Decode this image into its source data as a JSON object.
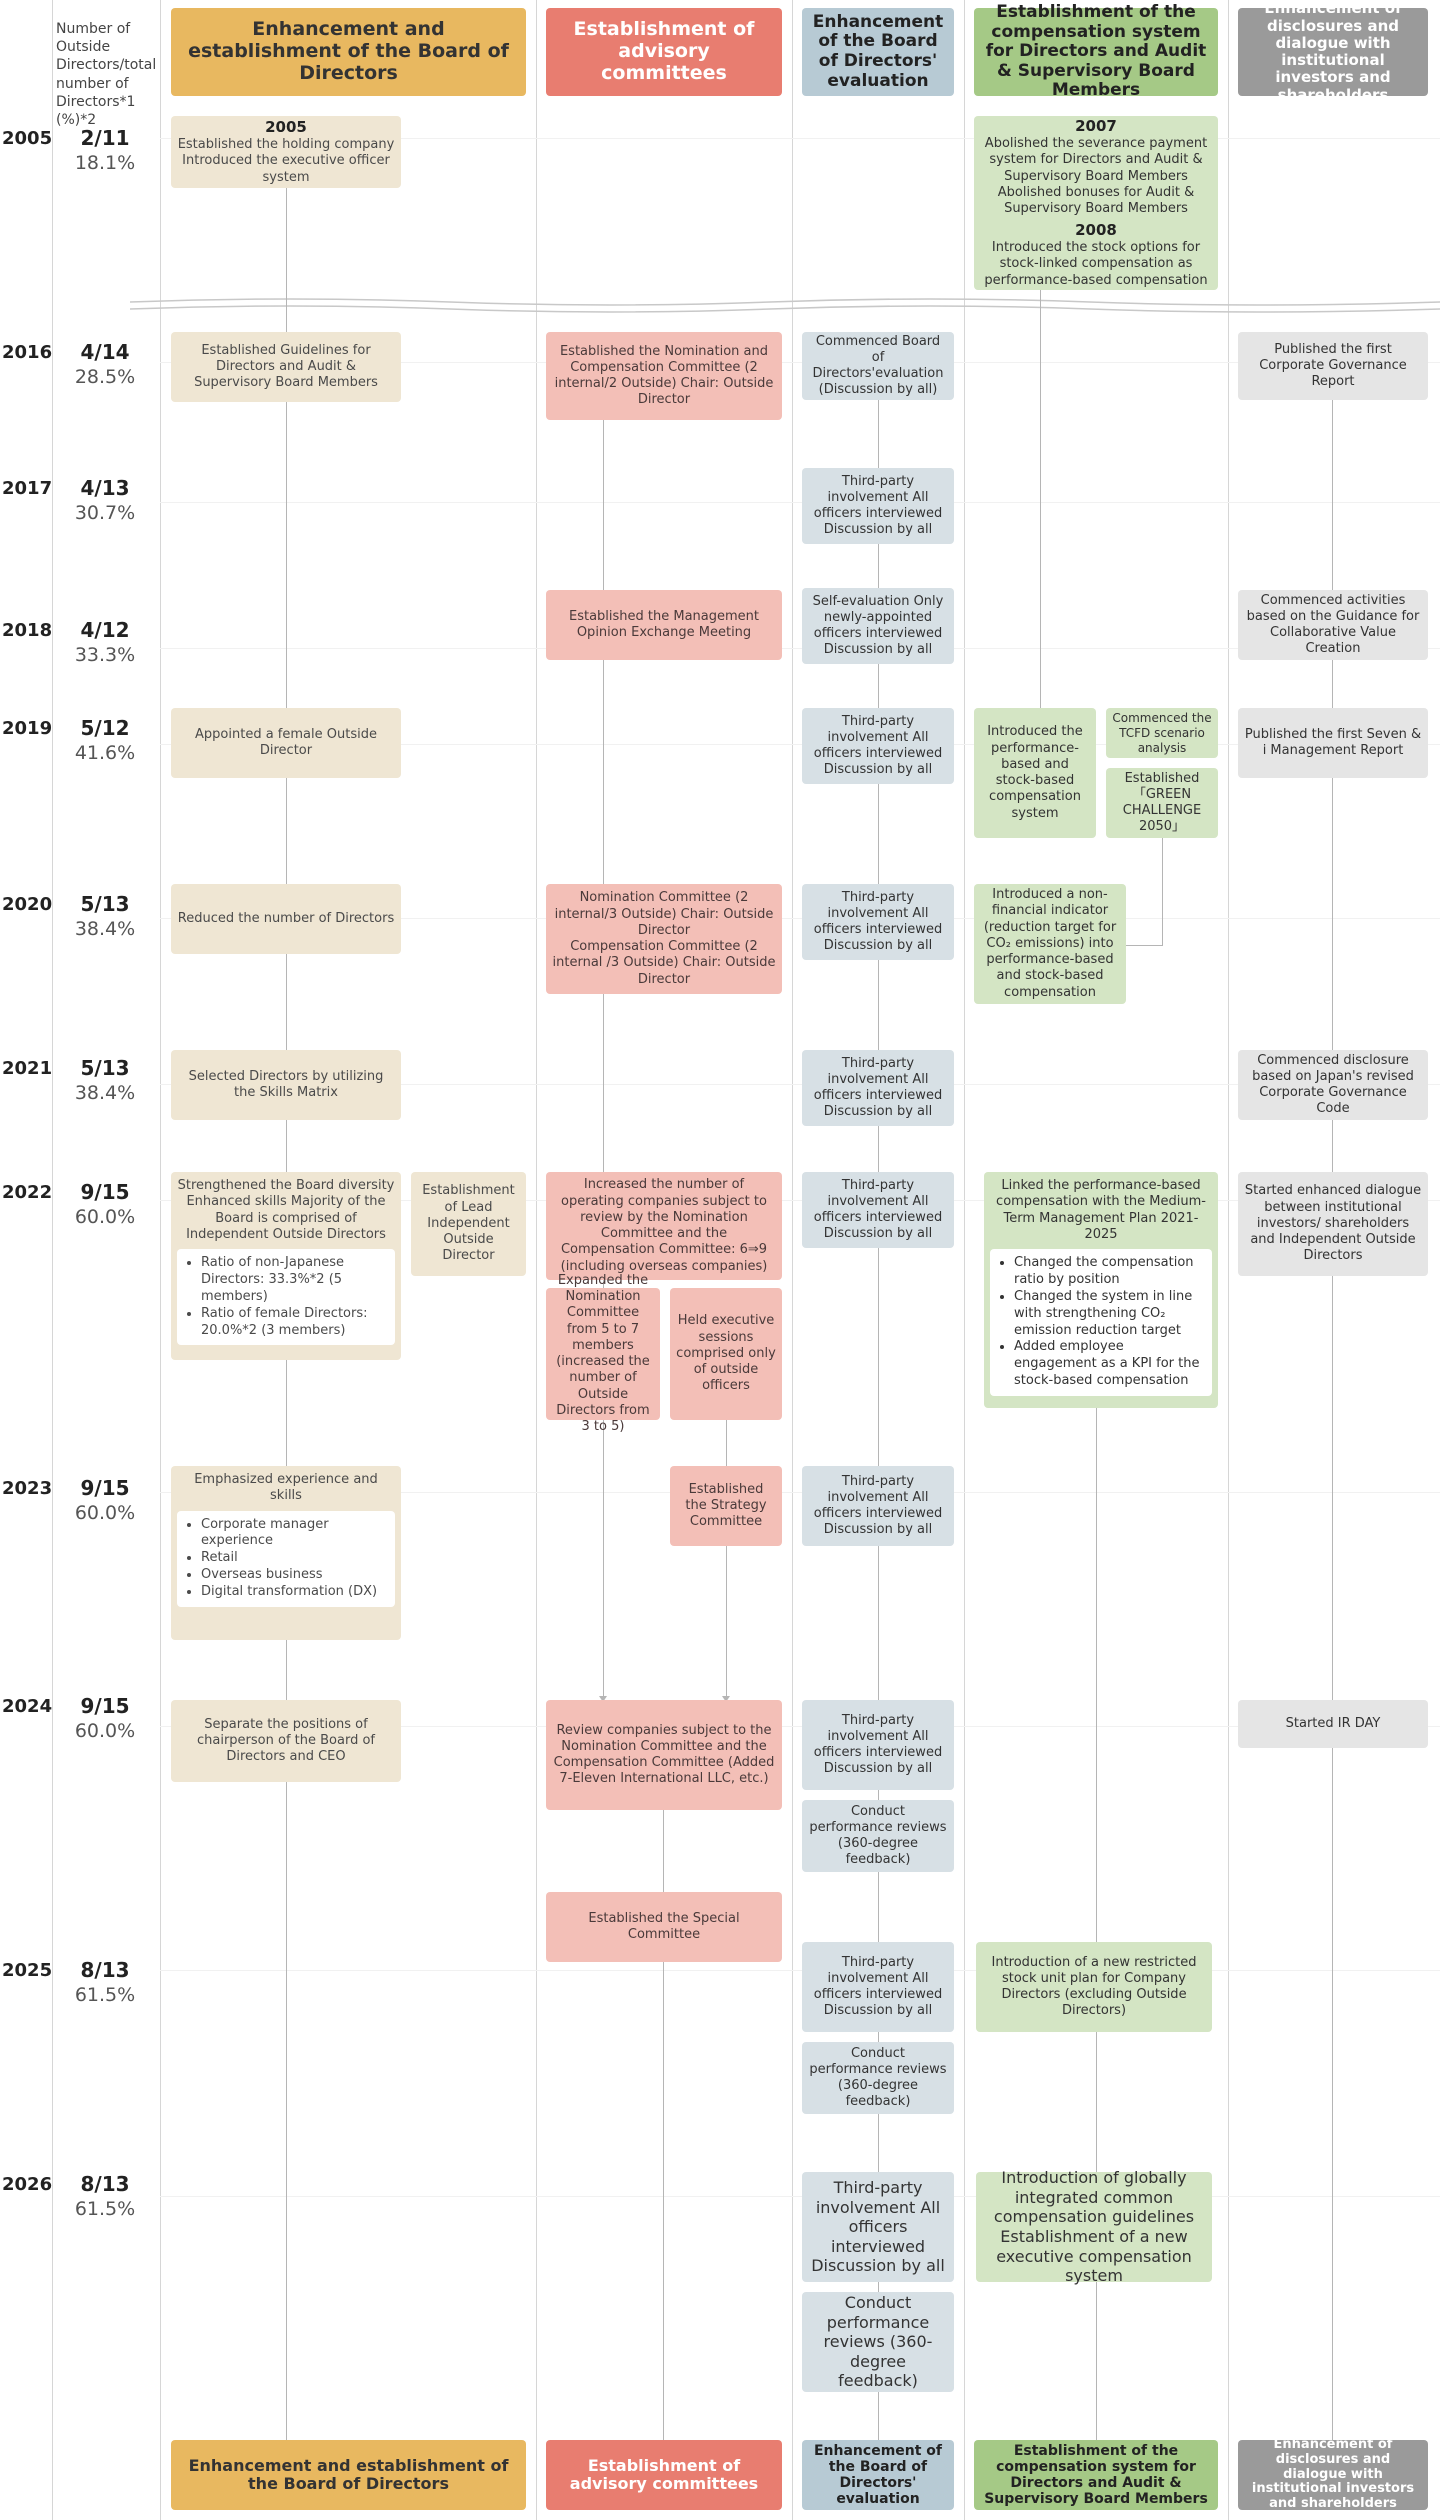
{
  "col_label": "Number of Outside Directors/total number of Directors*1 (%)*2",
  "headers": {
    "board": "Enhancement and establishment of the Board of Directors",
    "advisory": "Establishment of advisory committees",
    "evaluation": "Enhancement of the Board of Directors' evaluation",
    "compensation": "Establishment of the compensation system for Directors and Audit & Supervisory Board Members",
    "disclosure": "Enhancement of disclosures and dialogue with institutional investors and shareholders"
  },
  "years": [
    {
      "year": "2005",
      "date": "2/11",
      "pct": "18.1%"
    },
    {
      "year": "2016",
      "date": "4/14",
      "pct": "28.5%"
    },
    {
      "year": "2017",
      "date": "4/13",
      "pct": "30.7%"
    },
    {
      "year": "2018",
      "date": "4/12",
      "pct": "33.3%"
    },
    {
      "year": "2019",
      "date": "5/12",
      "pct": "41.6%"
    },
    {
      "year": "2020",
      "date": "5/13",
      "pct": "38.4%"
    },
    {
      "year": "2021",
      "date": "5/13",
      "pct": "38.4%"
    },
    {
      "year": "2022",
      "date": "9/15",
      "pct": "60.0%"
    },
    {
      "year": "2023",
      "date": "9/15",
      "pct": "60.0%"
    },
    {
      "year": "2024",
      "date": "9/15",
      "pct": "60.0%"
    },
    {
      "year": "2025",
      "date": "8/13",
      "pct": "61.5%"
    },
    {
      "year": "2026",
      "date": "8/13",
      "pct": "61.5%"
    }
  ],
  "board": {
    "y2005_year": "2005",
    "y2005_text": "Established the holding company Introduced the executive officer system",
    "y2016": "Established Guidelines for Directors and Audit & Supervisory Board Members",
    "y2019": "Appointed a female Outside Director",
    "y2020": "Reduced the number of Directors",
    "y2021": "Selected Directors by utilizing the Skills Matrix",
    "y2022_title": "Strengthened the Board diversity Enhanced skills Majority of the Board is comprised of Independent Outside Directors",
    "y2022_items": [
      "Ratio of non-Japanese Directors: 33.3%*2 (5 members)",
      "Ratio of female Directors: 20.0%*2 (3 members)"
    ],
    "y2022_lead": "Establishment of Lead Independent Outside Director",
    "y2023_title": "Emphasized experience and skills",
    "y2023_items": [
      "Corporate manager experience",
      "Retail",
      "Overseas business",
      "Digital transformation (DX)"
    ],
    "y2024": "Separate the positions of chairperson of the Board of Directors and CEO"
  },
  "advisory": {
    "y2016": "Established the Nomination and Compensation Committee (2 internal/2 Outside) Chair: Outside Director",
    "y2018": "Established the Management Opinion Exchange Meeting",
    "y2020_a": "Nomination Committee (2 internal/3 Outside) Chair: Outside Director",
    "y2020_b": "Compensation Committee (2 internal /3 Outside) Chair: Outside Director",
    "y2022_main": "Increased the number of operating companies subject to review by the Nomination Committee and the Compensation Committee: 6⇒9 (including overseas companies)",
    "y2022_expand": "Expanded the Nomination Committee from 5 to 7 members (increased the number of Outside Directors from 3 to 5)",
    "y2022_exec": "Held executive sessions comprised only of outside officers",
    "y2023": "Established the Strategy Committee",
    "y2024": "Review companies subject to the Nomination Committee and the Compensation Committee (Added 7-Eleven International LLC, etc.)",
    "y2024_special": "Established the Special Committee"
  },
  "evaluation": {
    "y2016": "Commenced Board of Directors'evaluation (Discussion by all)",
    "y2017": "Third-party involvement All officers interviewed Discussion by all",
    "y2018": "Self-evaluation Only newly-appointed officers interviewed Discussion by all",
    "y2019": "Third-party involvement All officers interviewed Discussion by all",
    "y2020": "Third-party involvement All officers interviewed Discussion by all",
    "y2021": "Third-party involvement All officers interviewed Discussion by all",
    "y2022": "Third-party involvement All officers interviewed Discussion by all",
    "y2023": "Third-party involvement All officers interviewed Discussion by all",
    "y2024_a": "Third-party involvement All officers interviewed Discussion by all",
    "y2024_b": "Conduct performance reviews (360-degree feedback)",
    "y2025_a": "Third-party involvement All officers interviewed Discussion by all",
    "y2025_b": "Conduct performance reviews (360-degree feedback)",
    "y2026_a": "Third-party involvement All officers interviewed Discussion by all",
    "y2026_b": "Conduct performance reviews (360-degree feedback)"
  },
  "compensation": {
    "y2007_year": "2007",
    "y2007_text": "Abolished the severance payment system for Directors and Audit & Supervisory Board Members Abolished bonuses for Audit & Supervisory Board Members",
    "y2008_year": "2008",
    "y2008_text": "Introduced the stock options for stock-linked compensation as performance-based compensation",
    "y2019_a": "Introduced the performance-based and stock-based compensation system",
    "y2019_tcfd": "Commenced the TCFD scenario analysis",
    "y2019_green": "Established「GREEN CHALLENGE 2050」",
    "y2020": "Introduced a non-financial indicator (reduction target for CO₂ emissions) into performance-based and stock-based compensation",
    "y2022_title": "Linked the performance-based compensation with the Medium-Term Management Plan 2021-2025",
    "y2022_items": [
      "Changed the compensation ratio by position",
      "Changed the system in line with strengthening CO₂ emission reduction target",
      "Added employee engagement as a KPI for the stock-based compensation"
    ],
    "y2025": "Introduction of a new restricted stock unit plan for Company Directors (excluding Outside Directors)",
    "y2026": "Introduction of globally integrated common compensation guidelines Establishment of a new executive compensation system"
  },
  "disclosure": {
    "y2016": "Published the first Corporate Governance Report",
    "y2018": "Commenced activities based on the Guidance for Collaborative Value Creation",
    "y2019": "Published the first Seven & i Management Report",
    "y2021": "Commenced disclosure based on Japan's revised Corporate Governance Code",
    "y2022": "Started enhanced dialogue between institutional investors/ shareholders and Independent Outside Directors",
    "y2024": "Started IR DAY"
  },
  "colors": {
    "board": "#e8b860",
    "advisory": "#e87d70",
    "evaluation": "#b7cad4",
    "compensation": "#a5c986",
    "disclosure": "#9a9a9a"
  }
}
